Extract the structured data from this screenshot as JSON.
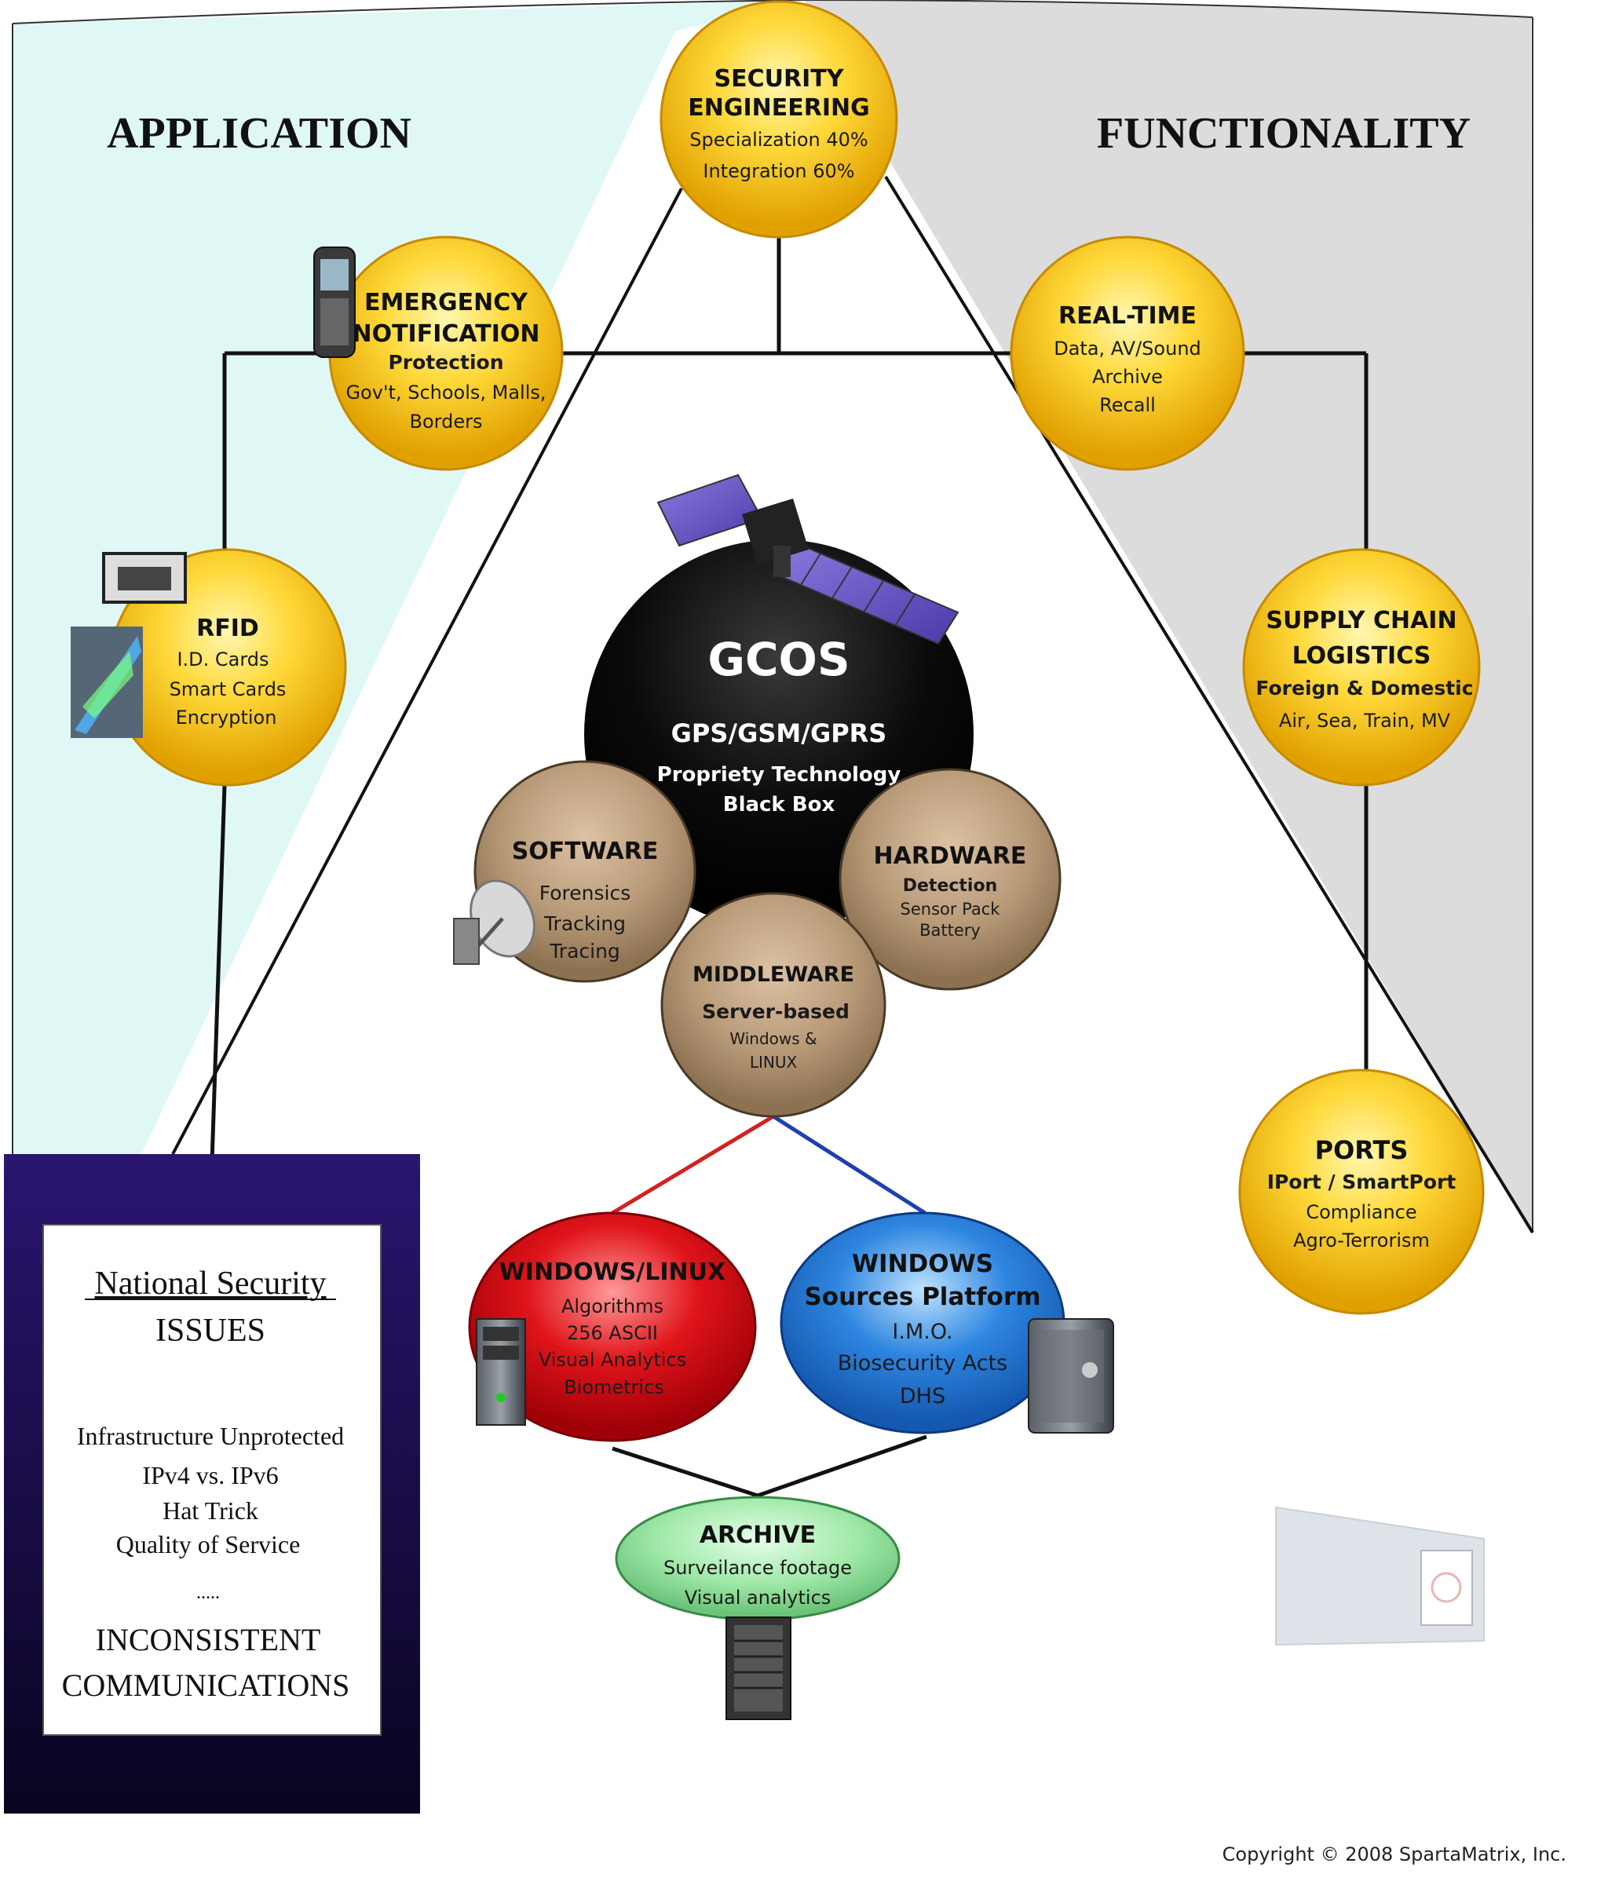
{
  "headings": {
    "application": "APPLICATION",
    "functionality": "FUNCTIONALITY"
  },
  "nodes": {
    "security_engineering": {
      "title1": "SECURITY",
      "title2": "ENGINEERING",
      "line1": "Specialization 40%",
      "line2": "Integration 60%"
    },
    "emergency_notification": {
      "title1": "EMERGENCY",
      "title2": "NOTIFICATION",
      "sub": "Protection",
      "line1": "Gov't, Schools, Malls,",
      "line2": "Borders"
    },
    "real_time": {
      "title": "REAL-TIME",
      "line1": "Data, AV/Sound",
      "line2": "Archive",
      "line3": "Recall"
    },
    "rfid": {
      "title": "RFID",
      "line1": "I.D. Cards",
      "line2": "Smart Cards",
      "line3": "Encryption"
    },
    "supply_chain": {
      "title1": "SUPPLY CHAIN",
      "title2": "LOGISTICS",
      "sub": "Foreign & Domestic",
      "line1": "Air, Sea, Train, MV"
    },
    "gcos": {
      "title": "GCOS",
      "sub": "GPS/GSM/GPRS",
      "line1": "Propriety Technology",
      "line2": "Black Box"
    },
    "software": {
      "title": "SOFTWARE",
      "line1": "Forensics",
      "line2": "Tracking",
      "line3": "Tracing"
    },
    "hardware": {
      "title": "HARDWARE",
      "sub": "Detection",
      "line1": "Sensor Pack",
      "line2": "Battery"
    },
    "middleware": {
      "title": "MIDDLEWARE",
      "sub": "Server-based",
      "line1": "Windows &",
      "line2": "LINUX"
    },
    "ports": {
      "title": "PORTS",
      "sub": "IPort / SmartPort",
      "line1": "Compliance",
      "line2": "Agro-Terrorism"
    },
    "windows_linux": {
      "title": "WINDOWS/LINUX",
      "line1": "Algorithms",
      "line2": "256 ASCII",
      "line3": "Visual Analytics",
      "line4": "Biometrics"
    },
    "windows": {
      "title1": "WINDOWS",
      "title2": "Sources Platform",
      "line1": "I.M.O.",
      "line2": "Biosecurity Acts",
      "line3": "DHS"
    },
    "archive": {
      "title": "ARCHIVE",
      "line1": "Surveilance footage",
      "line2": "Visual analytics"
    }
  },
  "issues_panel": {
    "heading1": "National Security",
    "heading2": "ISSUES",
    "items": [
      "Infrastructure Unprotected",
      "IPv4 vs. IPv6",
      "Hat Trick",
      "Quality of Service"
    ],
    "ellipsis": ".....",
    "footer1": "INCONSISTENT",
    "footer2": "COMMUNICATIONS"
  },
  "copyright": "Copyright © 2008 SpartaMatrix, Inc.",
  "colors": {
    "application_bg": "#dff8f6",
    "functionality_bg": "#dcdcdc",
    "yellow_node": "#f7c611",
    "brown_node": "#b89a78",
    "black_node": "#0a0a0a",
    "red_node": "#e0141a",
    "blue_node": "#2e86e0",
    "green_node": "#9fe8a8",
    "issues_bg": "#1c0b4a",
    "connector_red": "#d42020",
    "connector_blue": "#1f3fb0"
  }
}
